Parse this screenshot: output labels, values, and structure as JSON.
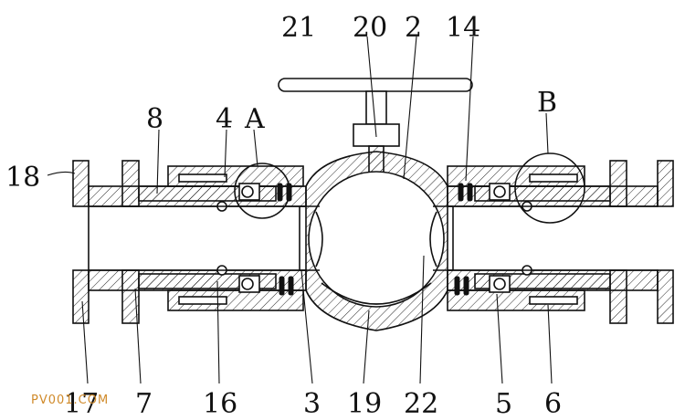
{
  "labels": {
    "l21": "21",
    "l20": "20",
    "l2": "2",
    "l14": "14",
    "l8": "8",
    "l4": "4",
    "lA": "A",
    "lB": "B",
    "l18": "18",
    "l17": "17",
    "l7": "7",
    "l16": "16",
    "l3": "3",
    "l19": "19",
    "l22": "22",
    "l5": "5",
    "l6": "6"
  },
  "watermark": "PV001.COM"
}
